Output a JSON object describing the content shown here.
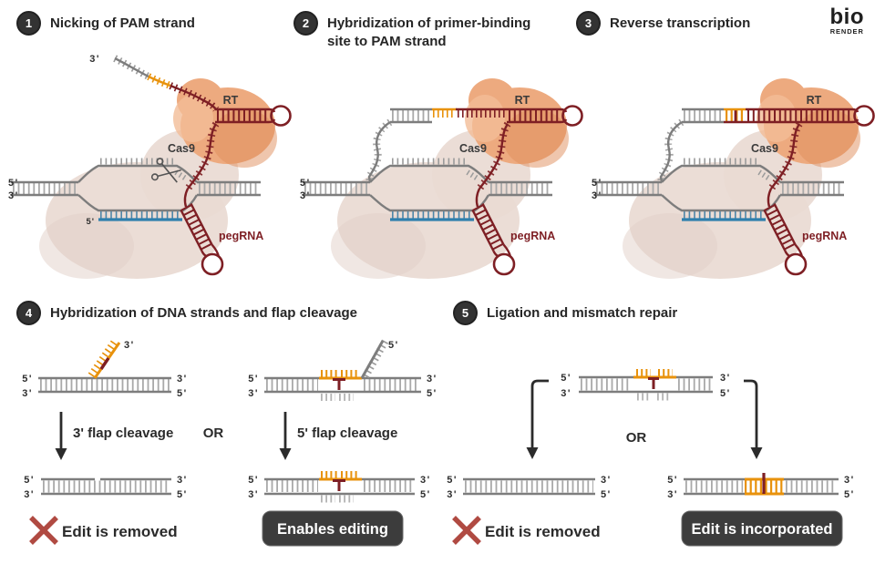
{
  "logo": {
    "brand": "bio",
    "sub": "RENDER"
  },
  "shared": {
    "five": "5'",
    "three": "3'"
  },
  "molecules": {
    "cas9": "Cas9",
    "rt": "RT",
    "pegrna": "pegRNA"
  },
  "steps": {
    "s1": {
      "num": "1",
      "title": "Nicking of PAM strand"
    },
    "s2": {
      "num": "2",
      "title": "Hybridization of primer-binding site to PAM strand"
    },
    "s3": {
      "num": "3",
      "title": "Reverse transcription"
    },
    "s4": {
      "num": "4",
      "title": "Hybridization of DNA strands and flap cleavage"
    },
    "s5": {
      "num": "5",
      "title": "Ligation and mismatch repair"
    }
  },
  "p4": {
    "left_arrow_label": "3' flap cleavage",
    "or": "OR",
    "right_arrow_label": "5' flap cleavage",
    "left_outcome": "Edit is removed",
    "right_outcome": "Enables editing"
  },
  "p5": {
    "or": "OR",
    "left_outcome": "Edit is removed",
    "right_outcome": "Edit is incorporated"
  },
  "colors": {
    "maroon": "#7E1F24",
    "orange": "#E8920C",
    "blue": "#2F7FAD",
    "strand_gray": "#7d7d7d",
    "rung_gray": "#A9A9A9",
    "cas9_blob": "#E9DAD3",
    "rt_blob": "#EDAA7F",
    "badge_bg": "#3C3C3C",
    "x_mark": "#B04A42",
    "title_text": "#262626"
  }
}
